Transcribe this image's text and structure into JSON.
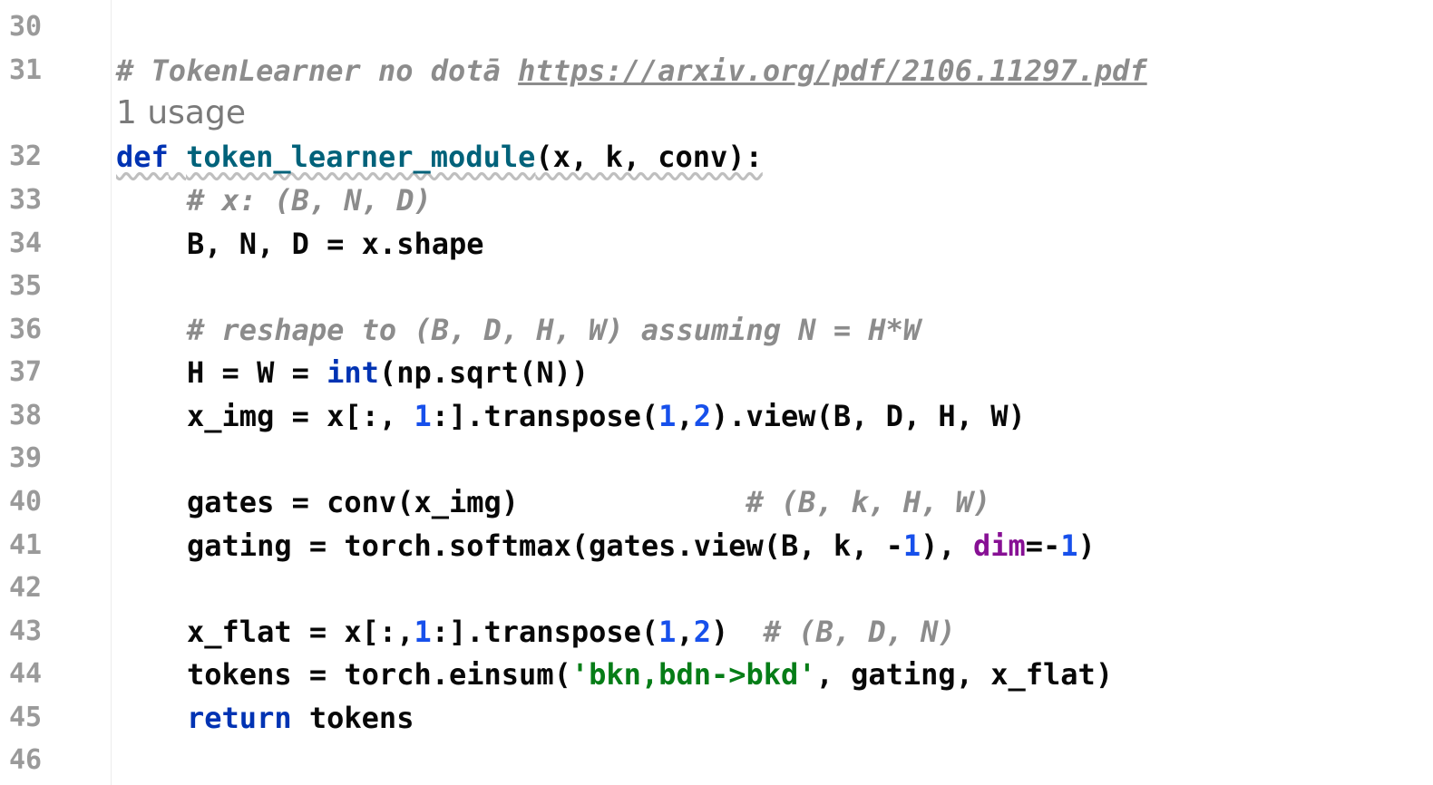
{
  "editor": {
    "language": "python",
    "gutter_lines": [
      "30",
      "31",
      "32",
      "33",
      "34",
      "35",
      "36",
      "37",
      "38",
      "39",
      "40",
      "41",
      "42",
      "43",
      "44",
      "45",
      "46"
    ],
    "code_vision": {
      "usage_hint": "1 usage"
    },
    "lines": {
      "l31": {
        "comment": "# TokenLearner no dotā ",
        "url": "https://arxiv.org/pdf/2106.11297.pdf"
      },
      "l32": {
        "def": "def",
        "sp": " ",
        "name": "token_learner_module",
        "sig": "(x, k, conv):"
      },
      "l33": {
        "comment": "# x: (B, N, D)"
      },
      "l34": {
        "code": "B, N, D = x.shape"
      },
      "l36": {
        "comment": "# reshape to (B, D, H, W) assuming N = H*W"
      },
      "l37": {
        "a": "H = W = ",
        "builtin": "int",
        "b": "(np.sqrt(N))"
      },
      "l38": {
        "a": "x_img = x[:, ",
        "n1": "1",
        "b": ":].transpose(",
        "n2": "1",
        "c": ",",
        "n3": "2",
        "d": ").view(B, D, H, W)"
      },
      "l40": {
        "code": "gates = conv(x_img)",
        "pad": "             ",
        "comment": "# (B, k, H, W)"
      },
      "l41": {
        "a": "gating = torch.softmax(gates.view(B, k, -",
        "n1": "1",
        "b": "), ",
        "param": "dim",
        "c": "=-",
        "n2": "1",
        "d": ")"
      },
      "l43": {
        "a": "x_flat = x[:,",
        "n1": "1",
        "b": ":].transpose(",
        "n2": "1",
        "c": ",",
        "n3": "2",
        "d": ")  ",
        "comment": "# (B, D, N)"
      },
      "l44": {
        "a": "tokens = torch.einsum(",
        "str": "'bkn,bdn->bkd'",
        "b": ", gating, x_flat)"
      },
      "l45": {
        "kw": "return",
        "b": " tokens"
      }
    },
    "colors": {
      "keyword": "#0033b3",
      "function": "#00627a",
      "number": "#1750eb",
      "comment": "#8c8c8c",
      "string": "#067d17",
      "named_param": "#871094",
      "line_number": "#9a9a9a"
    }
  }
}
